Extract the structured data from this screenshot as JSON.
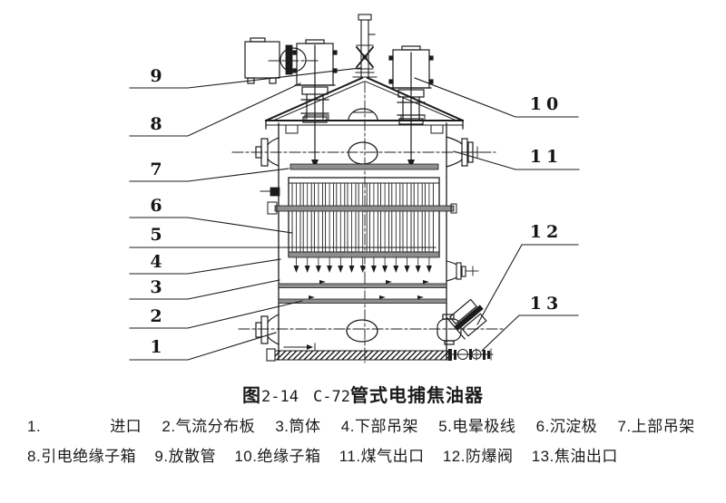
{
  "page": {
    "background": "#ffffff",
    "ink_color": "#1b1b1b",
    "band_color": "#8e8e8e"
  },
  "figure": {
    "caption": {
      "fig_label": "图",
      "fig_number": "2-14",
      "model": "C-72",
      "title": "管式电捕焦油器"
    },
    "callouts": [
      "1",
      "2",
      "3",
      "4",
      "5",
      "6",
      "7",
      "8",
      "9",
      "10",
      "11",
      "12",
      "13"
    ],
    "legend": {
      "items": [
        {
          "num": "1.",
          "name": "进口"
        },
        {
          "num": "2.",
          "name": "气流分布板"
        },
        {
          "num": "3.",
          "name": "筒体"
        },
        {
          "num": "4.",
          "name": "下部吊架"
        },
        {
          "num": "5.",
          "name": "电晕极线"
        },
        {
          "num": "6.",
          "name": "沉淀极"
        },
        {
          "num": "7.",
          "name": "上部吊架"
        },
        {
          "num": "8.",
          "name": "引电绝缘子箱"
        },
        {
          "num": "9.",
          "name": "放散管"
        },
        {
          "num": "10.",
          "name": "绝缘子箱"
        },
        {
          "num": "11.",
          "name": "煤气出口"
        },
        {
          "num": "12.",
          "name": "防爆阀"
        },
        {
          "num": "13.",
          "name": "焦油出口"
        }
      ]
    }
  }
}
